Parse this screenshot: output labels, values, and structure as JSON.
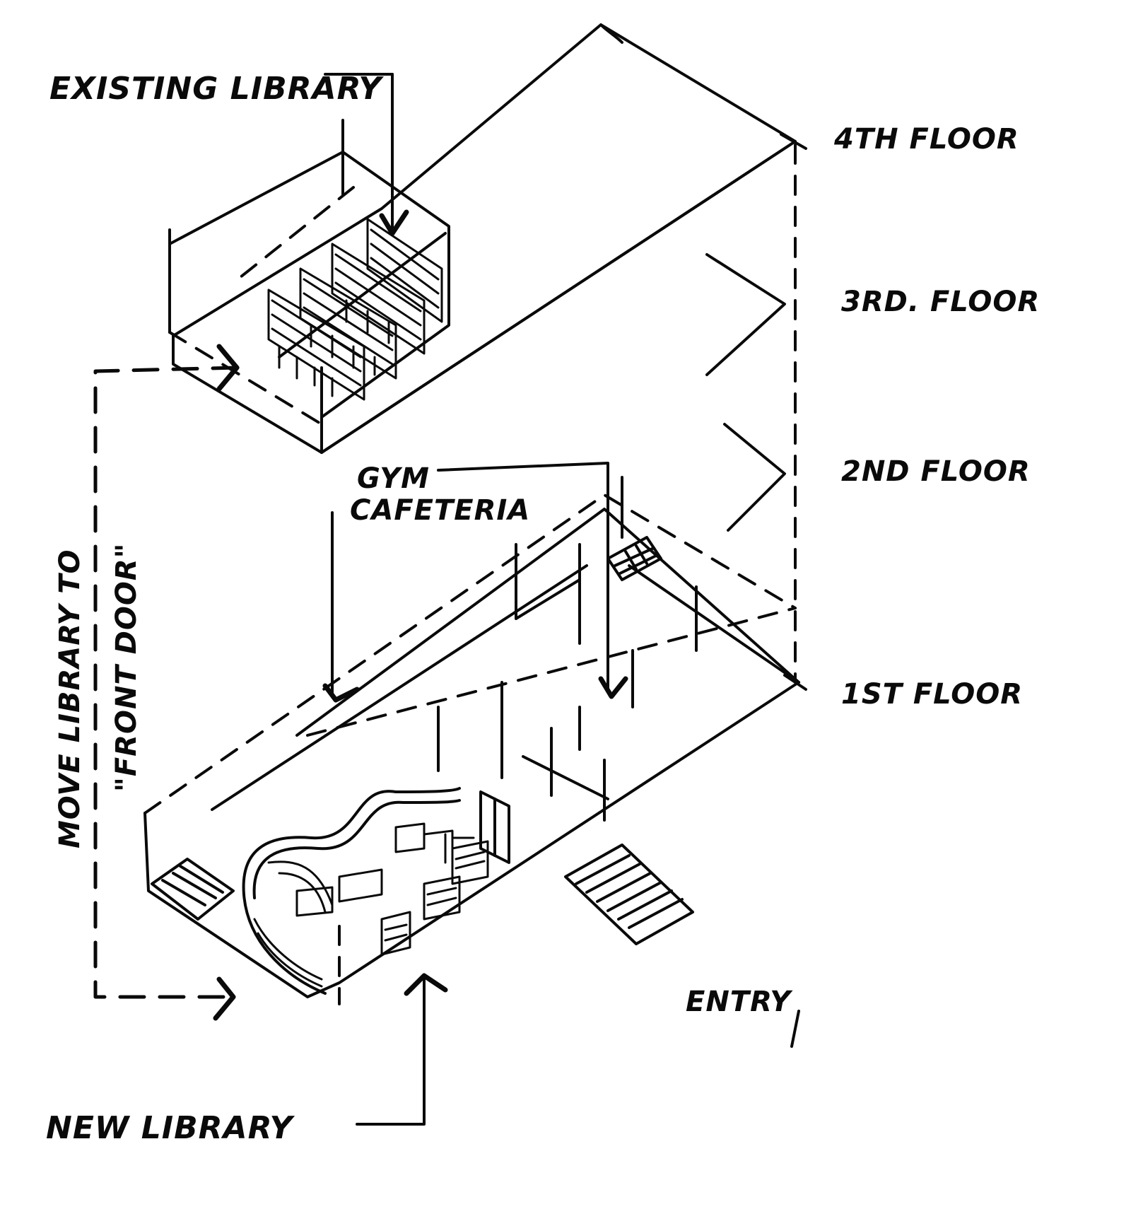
{
  "title": "Library relocation axonometric sketch",
  "ink_color": "#0a0a0a",
  "paper_color": "#ffffff",
  "labels": {
    "existing_library": "EXISTING LIBRARY",
    "new_library": "NEW LIBRARY",
    "gym_line1": "GYM",
    "gym_line2": "CAFETERIA",
    "entry": "ENTRY",
    "move_line1": "MOVE LIBRARY TO",
    "move_line2": "\"FRONT DOOR\""
  },
  "floors": [
    {
      "id": "4th",
      "label": "4TH FLOOR"
    },
    {
      "id": "3rd",
      "label": "3RD. FLOOR"
    },
    {
      "id": "2nd",
      "label": "2ND FLOOR"
    },
    {
      "id": "1st",
      "label": "1ST FLOOR"
    }
  ]
}
